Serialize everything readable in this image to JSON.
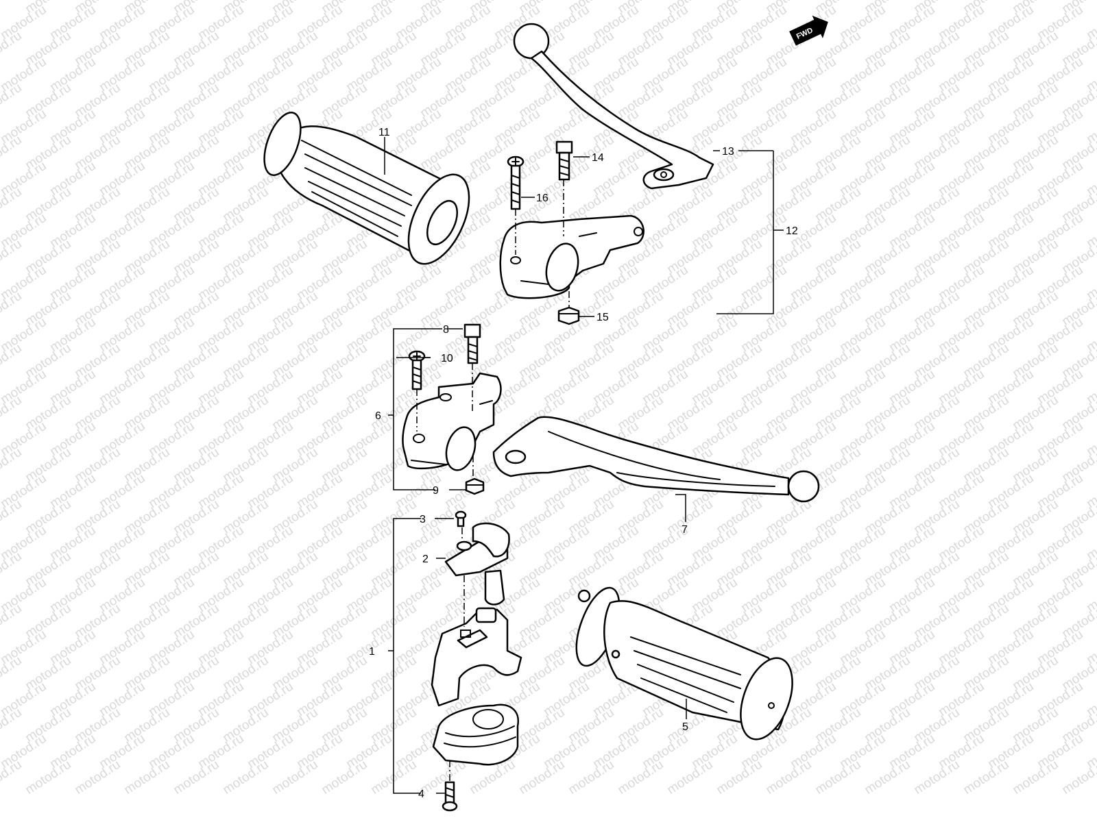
{
  "diagram": {
    "watermark_text": "motod.ru",
    "direction_badge": "FWD",
    "colors": {
      "line": "#000000",
      "background": "#ffffff",
      "watermark": "#d9d9d9"
    },
    "callouts": {
      "c1": "1",
      "c2": "2",
      "c3": "3",
      "c4": "4",
      "c5": "5",
      "c6": "6",
      "c7": "7",
      "c8": "8",
      "c9": "9",
      "c10": "10",
      "c11": "11",
      "c12": "12",
      "c13": "13",
      "c14": "14",
      "c15": "15",
      "c16": "16"
    }
  }
}
